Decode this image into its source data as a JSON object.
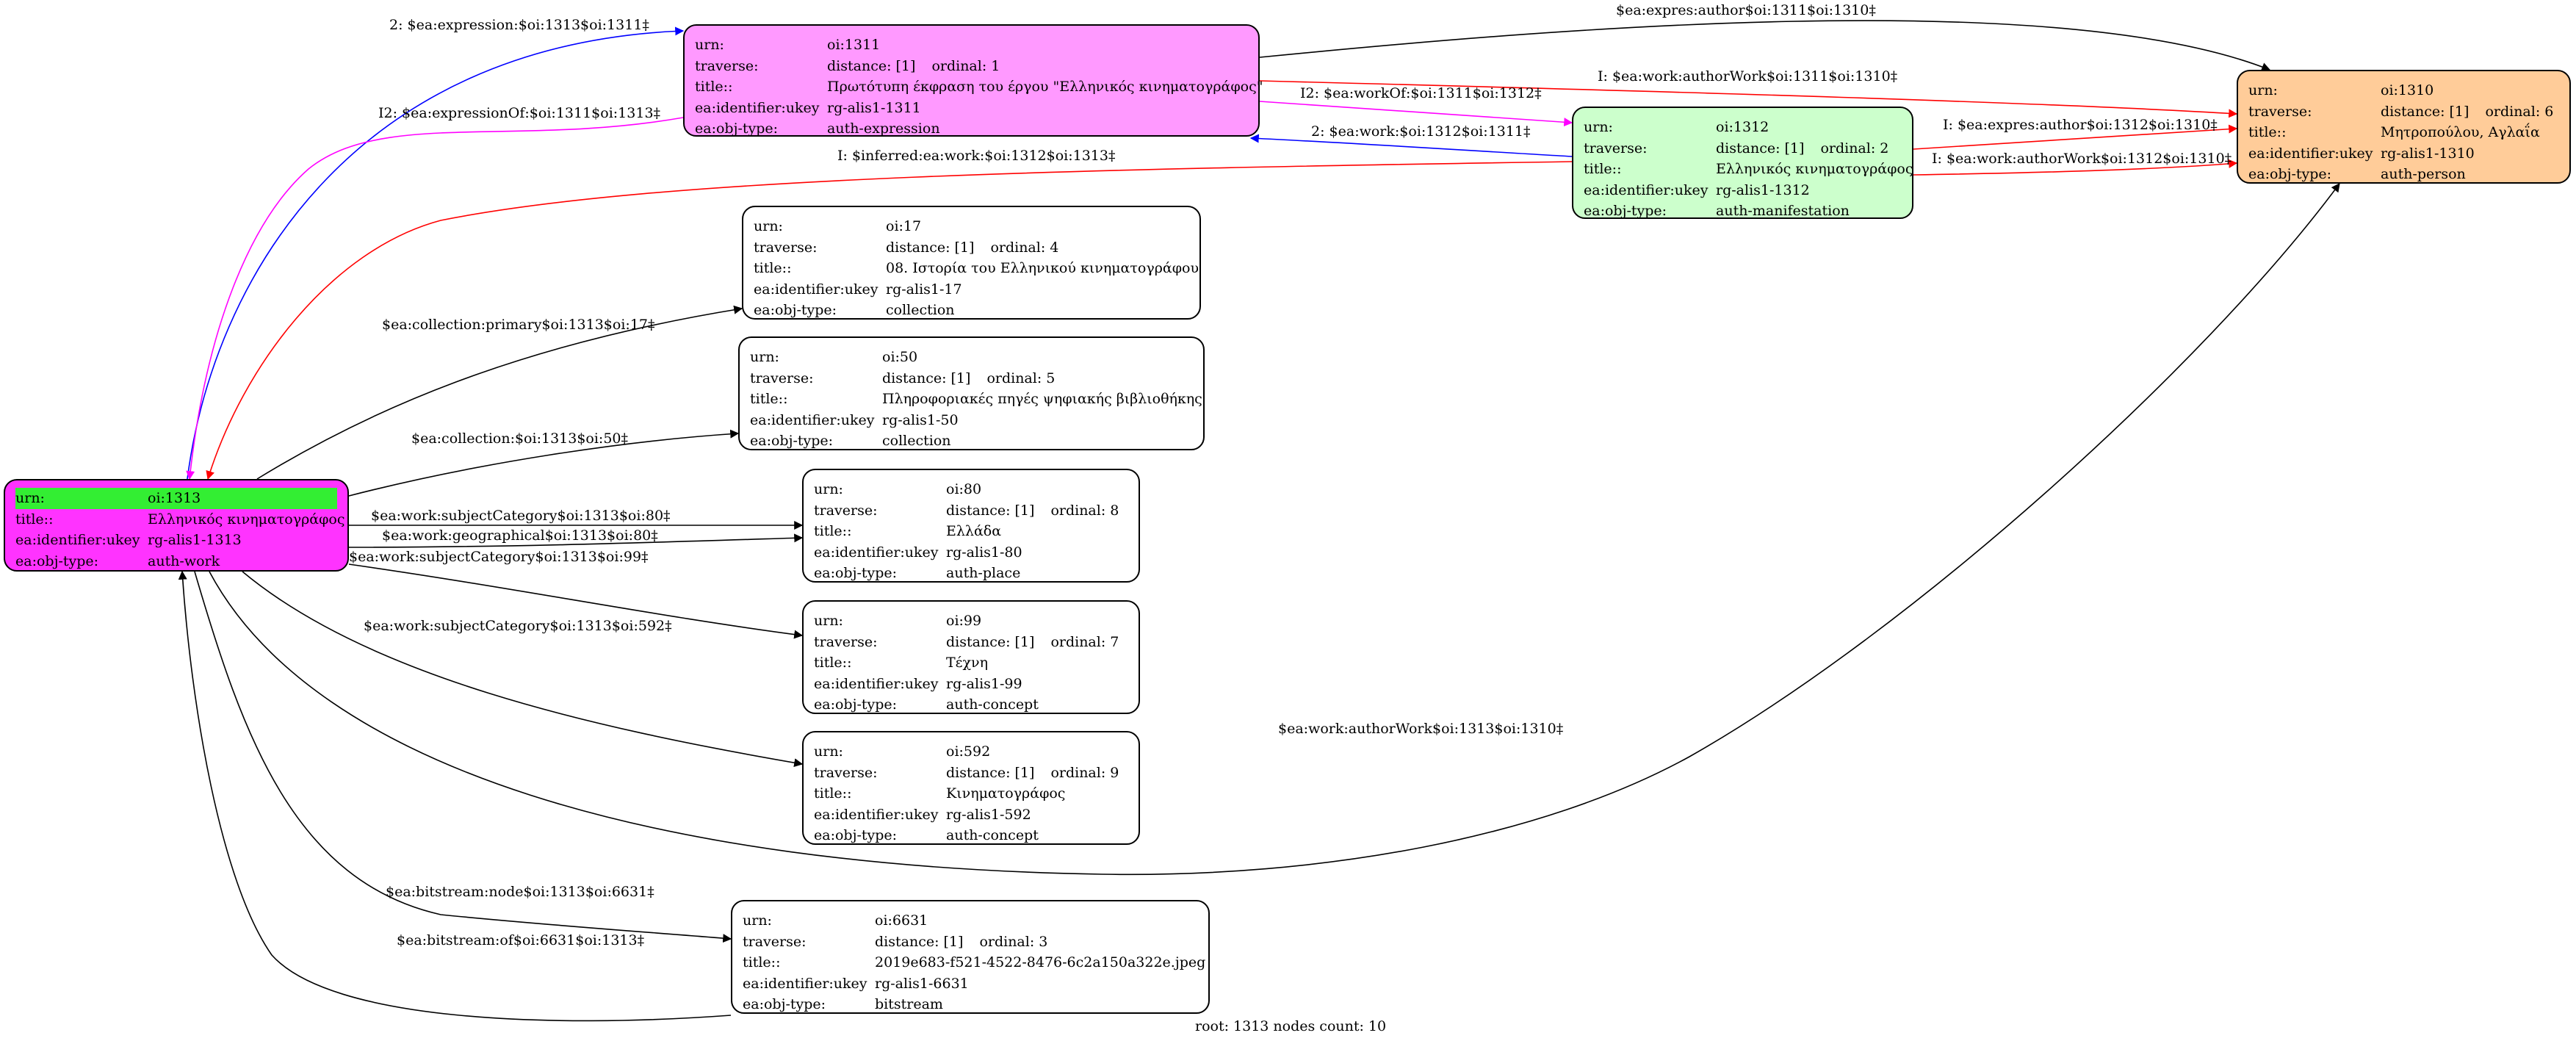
{
  "diagram": {
    "footer": "root: 1313 nodes count: 10",
    "nodes": {
      "n1311": {
        "urn": "oi:1311",
        "distance": "distance: [1]",
        "ordinal": "ordinal: 1",
        "title": "Πρωτότυπη έκφραση του έργου \"Ελληνικός κινηματογράφος\"",
        "ukey": "rg-alis1-1311",
        "type": "auth-expression",
        "color": "#ff99ff"
      },
      "n1310": {
        "urn": "oi:1310",
        "distance": "distance: [1]",
        "ordinal": "ordinal: 6",
        "title": "Μητροπούλου, Αγλαΐα",
        "ukey": "rg-alis1-1310",
        "type": "auth-person",
        "color": "#ffcc99"
      },
      "n1312": {
        "urn": "oi:1312",
        "distance": "distance: [1]",
        "ordinal": "ordinal: 2",
        "title": "Ελληνικός κινηματογράφος",
        "ukey": "rg-alis1-1312",
        "type": "auth-manifestation",
        "color": "#ccffcc"
      },
      "n1313": {
        "urn": "oi:1313",
        "title": "Ελληνικός κινηματογράφος",
        "ukey": "rg-alis1-1313",
        "type": "auth-work",
        "color": "#ff33ff",
        "urn_highlight": "#33ee33"
      },
      "n17": {
        "urn": "oi:17",
        "distance": "distance: [1]",
        "ordinal": "ordinal: 4",
        "title": "08. Ιστορία του Ελληνικού κινηματογράφου",
        "ukey": "rg-alis1-17",
        "type": "collection"
      },
      "n50": {
        "urn": "oi:50",
        "distance": "distance: [1]",
        "ordinal": "ordinal: 5",
        "title": "Πληροφοριακές πηγές ψηφιακής βιβλιοθήκης",
        "ukey": "rg-alis1-50",
        "type": "collection"
      },
      "n80": {
        "urn": "oi:80",
        "distance": "distance: [1]",
        "ordinal": "ordinal: 8",
        "title": "Ελλάδα",
        "ukey": "rg-alis1-80",
        "type": "auth-place"
      },
      "n99": {
        "urn": "oi:99",
        "distance": "distance: [1]",
        "ordinal": "ordinal: 7",
        "title": "Τέχνη",
        "ukey": "rg-alis1-99",
        "type": "auth-concept"
      },
      "n592": {
        "urn": "oi:592",
        "distance": "distance: [1]",
        "ordinal": "ordinal: 9",
        "title": "Κινηματογράφος",
        "ukey": "rg-alis1-592",
        "type": "auth-concept"
      },
      "n6631": {
        "urn": "oi:6631",
        "distance": "distance: [1]",
        "ordinal": "ordinal: 3",
        "title": "2019e683-f521-4522-8476-6c2a150a322e.jpeg",
        "ukey": "rg-alis1-6631",
        "type": "bitstream"
      }
    },
    "keys": {
      "urn": "urn:",
      "traverse": "traverse:",
      "title": "title::",
      "ukey": "ea:identifier:ukey",
      "type": "ea:obj-type:"
    },
    "edges": {
      "e1": {
        "label": "2: $ea:expression:$oi:1313$oi:1311‡",
        "color": "#0000ff"
      },
      "e2": {
        "label": "I2: $ea:expressionOf:$oi:1311$oi:1313‡",
        "color": "#ff00ff"
      },
      "e3": {
        "label": "$ea:expres:author$oi:1311$oi:1310‡",
        "color": "#000000"
      },
      "e4": {
        "label": "I: $ea:work:authorWork$oi:1311$oi:1310‡",
        "color": "#ff0000"
      },
      "e5": {
        "label": "I2: $ea:workOf:$oi:1311$oi:1312‡",
        "color": "#ff00ff"
      },
      "e6": {
        "label": "2: $ea:work:$oi:1312$oi:1311‡",
        "color": "#0000ff"
      },
      "e7": {
        "label": "I: $ea:expres:author$oi:1312$oi:1310‡",
        "color": "#ff0000"
      },
      "e8": {
        "label": "I: $ea:work:authorWork$oi:1312$oi:1310‡",
        "color": "#ff0000"
      },
      "e9": {
        "label": "I: $inferred:ea:work:$oi:1312$oi:1313‡",
        "color": "#ff0000"
      },
      "e10": {
        "label": "$ea:collection:primary$oi:1313$oi:17‡",
        "color": "#000000"
      },
      "e11": {
        "label": "$ea:collection:$oi:1313$oi:50‡",
        "color": "#000000"
      },
      "e12": {
        "label": "$ea:work:subjectCategory$oi:1313$oi:80‡",
        "color": "#000000"
      },
      "e13": {
        "label": "$ea:work:geographical$oi:1313$oi:80‡",
        "color": "#000000"
      },
      "e14": {
        "label": "$ea:work:subjectCategory$oi:1313$oi:99‡",
        "color": "#000000"
      },
      "e15": {
        "label": "$ea:work:subjectCategory$oi:1313$oi:592‡",
        "color": "#000000"
      },
      "e16": {
        "label": "$ea:work:authorWork$oi:1313$oi:1310‡",
        "color": "#000000"
      },
      "e17": {
        "label": "$ea:bitstream:node$oi:1313$oi:6631‡",
        "color": "#000000"
      },
      "e18": {
        "label": "$ea:bitstream:of$oi:6631$oi:1313‡",
        "color": "#000000"
      }
    }
  }
}
